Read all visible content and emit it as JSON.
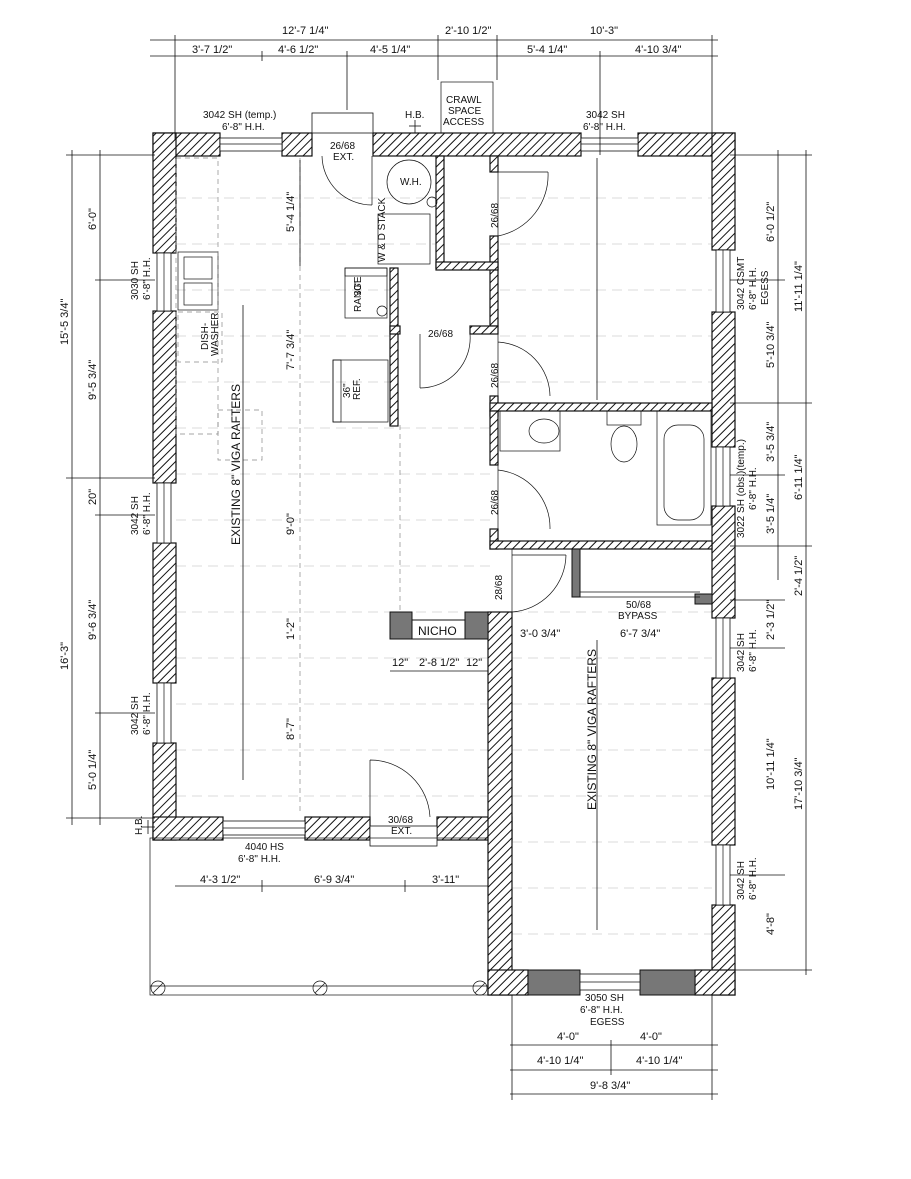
{
  "dimensions": {
    "top_overall": [
      "12'-7 1/4\"",
      "2'-10 1/2\"",
      "10'-3\""
    ],
    "top_detail": [
      "3'-7 1/2\"",
      "4'-6 1/2\"",
      "4'-5 1/4\"",
      "5'-4 1/4\"",
      "4'-10 3/4\""
    ],
    "left_outer": [
      "15'-5 3/4\"",
      "16'-3\""
    ],
    "left_inner": [
      "6'-0\"",
      "9'-5 3/4\"",
      "20\"",
      "9'-6 3/4\"",
      "5'-0 1/4\""
    ],
    "right_inner": [
      "6'-0 1/2\"",
      "5'-10 3/4\"",
      "3'-5 3/4\"",
      "3'-5 1/4\"",
      "2'-4 1/2\"",
      "2'-3 1/2\"",
      "10'-11 1/4\"",
      "4'-8\""
    ],
    "right_outer": [
      "11'-11 1/4\"",
      "6'-11 1/4\"",
      "17'-10 3/4\""
    ],
    "interior": [
      "5'-4 1/4\"",
      "7'-7 3/4\"",
      "9'-0\"",
      "1'-2\"",
      "8'-7\""
    ],
    "nicho": [
      "12\"",
      "2'-8 1/2\"",
      "12\""
    ],
    "closet": [
      "3'-0 3/4\"",
      "6'-7 3/4\""
    ],
    "porch": [
      "4'-3 1/2\"",
      "6'-9 3/4\"",
      "3'-11\""
    ],
    "bottom": [
      "4'-0\"",
      "4'-0\"",
      "4'-10 1/4\"",
      "4'-10 1/4\"",
      "9'-8 3/4\""
    ]
  },
  "windows": {
    "top_left": [
      "3042 SH (temp.)",
      "6'-8\" H.H."
    ],
    "top_right": [
      "3042 SH",
      "6'-8\" H.H."
    ],
    "left_kitchen": [
      "3030 SH",
      "6'-8\" H.H."
    ],
    "left_mid": [
      "3042 SH",
      "6'-8\" H.H."
    ],
    "left_low": [
      "3042 SH",
      "6'-8\" H.H."
    ],
    "right_bed": [
      "3042 CSMT",
      "6'-8\" H.H.",
      "EGESS"
    ],
    "right_bath": [
      "3022 SH (obs.)(temp.)",
      "6'-8\" H.H."
    ],
    "right_bed2a": [
      "3042 SH",
      "6'-8\" H.H."
    ],
    "right_bed2b": [
      "3042 SH",
      "6'-8\" H.H."
    ],
    "bottom_liv": [
      "4040 HS",
      "6'-8\" H.H."
    ],
    "bottom_bed2": [
      "3050 SH",
      "6'-8\" H.H.",
      "EGESS"
    ]
  },
  "doors": {
    "entry_top": [
      "26/68",
      "EXT."
    ],
    "bed1": "26/68",
    "closet_small": "26/68",
    "hall": "26/68",
    "bath": "26/68",
    "bed2": "28/68",
    "closet_bypass": [
      "50/68",
      "BYPASS"
    ],
    "entry_bottom": [
      "30/68",
      "EXT."
    ]
  },
  "labels": {
    "crawl": [
      "CRAWL",
      "SPACE",
      "ACCESS"
    ],
    "hb": "H.B.",
    "wh": "W.H.",
    "wd": "W & D STACK",
    "range": [
      "30\"",
      "RANGE"
    ],
    "ref": [
      "36\"",
      "REF."
    ],
    "dish": [
      "DISH-",
      "WASHER"
    ],
    "nicho": "NICHO",
    "rafters": "EXISTING 8\" VIGA RAFTERS"
  }
}
